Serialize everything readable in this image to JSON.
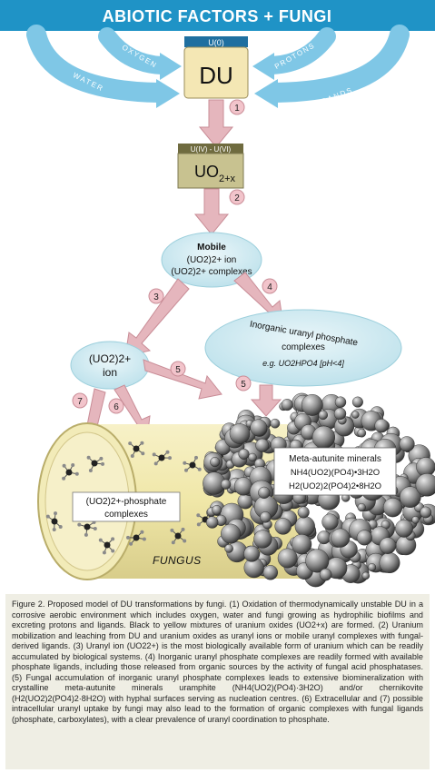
{
  "header": {
    "title": "ABIOTIC FACTORS + FUNGI"
  },
  "arc_labels": {
    "oxygen": "OXYGEN",
    "protons": "PROTONS",
    "water": "WATER",
    "ligands": "LIGANDS"
  },
  "du_box": {
    "state": "U(0)",
    "label": "DU"
  },
  "uo2_box": {
    "state": "U(IV) - U(VI)",
    "label": "UO",
    "subscript": "2+x"
  },
  "steps": {
    "s1": "1",
    "s2": "2",
    "s3": "3",
    "s4": "4",
    "s5a": "5",
    "s5b": "5",
    "s6": "6",
    "s7": "7"
  },
  "mobile": {
    "title": "Mobile",
    "line1": "(UO2)2+ ion",
    "line2": "(UO2)2+ complexes"
  },
  "uranyl_ion": {
    "line1": "(UO2)2+",
    "line2": "ion"
  },
  "inorganic": {
    "line1": "Inorganic uranyl phosphate",
    "line2": "complexes",
    "example": "e.g. UO2HPO4 [pH<4]"
  },
  "minerals": {
    "title": "Meta-autunite minerals",
    "formula1": "NH4(UO2)(PO4)•3H2O",
    "formula2": "H2(UO2)2(PO4)2•8H2O"
  },
  "phosphate_complexes": {
    "line1": "(UO2)2+-phosphate",
    "line2": "complexes"
  },
  "fungus_label": "FUNGUS",
  "caption": "Figure 2. Proposed model of DU transformations by fungi. (1) Oxidation of thermodynamically unstable DU in a corrosive aerobic environment which includes oxygen, water and fungi growing as hydrophilic biofilms and excreting protons and ligands. Black to yellow mixtures of uranium oxides (UO2+x) are formed. (2) Uranium mobilization and leaching from DU and uranium oxides as uranyl ions or mobile uranyl complexes with fungal-derived ligands. (3) Uranyl ion (UO22+) is the most biologically available form of uranium which can be readily accumulated by biological systems. (4) Inorganic uranyl phosphate complexes are readily formed with available phosphate ligands, including those released from organic sources by the activity of fungal acid phosphatases. (5) Fungal accumulation of inorganic uranyl phosphate complexes leads to extensive biomineralization with crystalline meta-autunite minerals uramphite (NH4(UO2)(PO4)·3H2O) and/or chernikovite (H2(UO2)2(PO4)2·8H2O) with hyphal surfaces serving as nucleation centres. (6) Extracellular and (7) possible intracellular uranyl uptake by fungi may also lead to the formation of organic complexes with fungal ligands (phosphate, carboxylates), with a clear prevalence of uranyl coordination to phosphate.",
  "colors": {
    "header_bg": "#1f93c6",
    "arc": "#7fc7e6",
    "du_box": "#f4e7b4",
    "uo2_box": "#c8c290",
    "ellipse": "#cfe9f0",
    "arrow": "#e5b6bd",
    "step_circle": "#f2c4cb",
    "fungus_body": "#f2ebb8",
    "caption_bg": "#efeee4"
  }
}
